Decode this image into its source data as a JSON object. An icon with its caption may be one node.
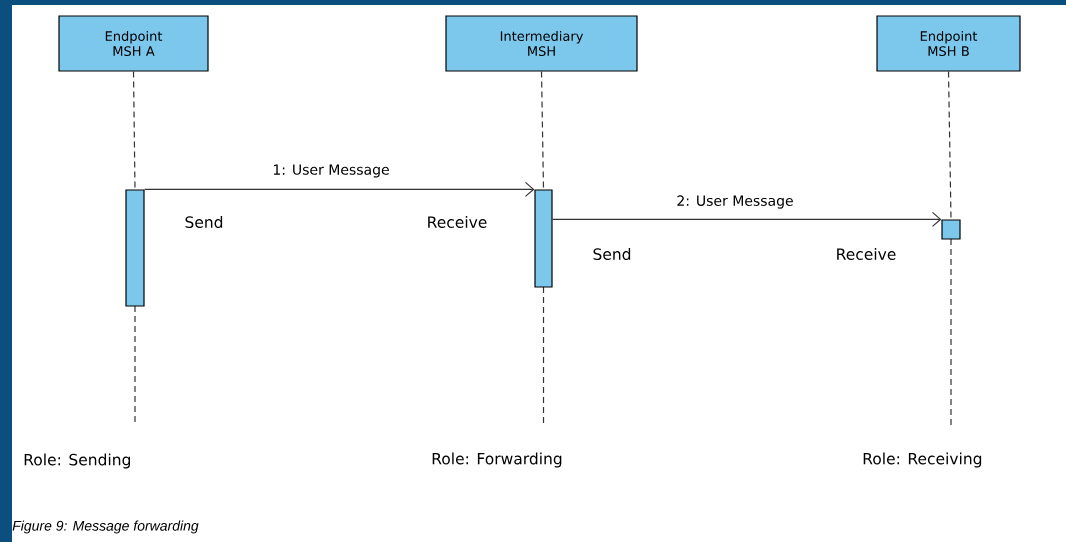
{
  "diagram": {
    "caption": "Figure 9: Message forwarding",
    "nodes": [
      {
        "text": [
          "Endpoint MSH A"
        ]
      },
      {
        "text": [
          "Intermediary MSH"
        ]
      },
      {
        "text": [
          "Endpoint MSH B"
        ]
      },
      {
        "text": [],
        "shape": "bar"
      },
      {
        "text": [],
        "shape": "bar"
      },
      {
        "text": [],
        "shape": "bar"
      }
    ],
    "edges": [
      {
        "from": 0,
        "to": 3,
        "arrow": "none",
        "style": "dashed"
      },
      {
        "from": 1,
        "to": 4,
        "arrow": "none",
        "style": "dashed"
      },
      {
        "from": 2,
        "to": 5,
        "arrow": "none",
        "style": "dashed"
      },
      {
        "from": 3,
        "to": 4,
        "arrow": "to",
        "label": "1: User Message"
      },
      {
        "from": 4,
        "to": 5,
        "arrow": "to",
        "label": "2: User Message"
      }
    ],
    "labels": [
      "Send",
      "Receive",
      "Send",
      "Receive",
      "Role: Sending",
      "Role: Forwarding",
      "Role: Receiving"
    ]
  }
}
